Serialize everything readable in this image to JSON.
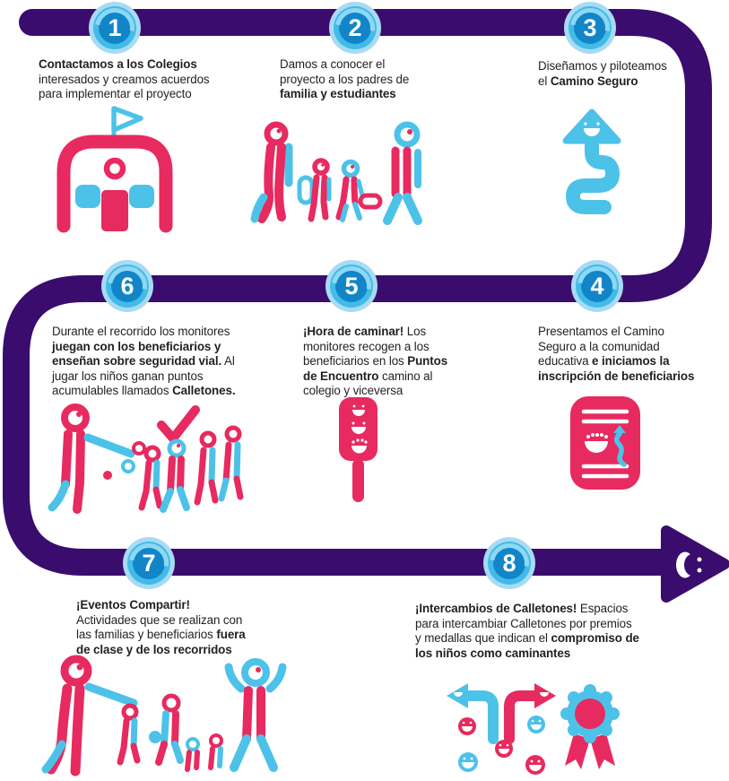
{
  "palette": {
    "purple": "#3A0C6E",
    "pink": "#E72A5F",
    "cyan": "#4DC2E9",
    "badge_light": "#A7DBF3",
    "badge_mid": "#42BBE8",
    "badge_dark": "#1285C8",
    "badge_swirl": "#8ED8F4",
    "text": "#231F20",
    "background": "#FFFFFF"
  },
  "route": {
    "end_marker": "smiley-arrow"
  },
  "steps": [
    {
      "number": "1",
      "icon": "school-flag-icon",
      "text": [
        {
          "t": "Contactamos a los Colegios",
          "b": true
        },
        {
          "t": "\ninteresados y creamos acuerdos\npara implementar el proyecto",
          "b": false
        }
      ]
    },
    {
      "number": "2",
      "icon": "family-parents-students-icon",
      "text": [
        {
          "t": "Damos a conocer el\nproyecto a los padres de\n",
          "b": false
        },
        {
          "t": "familia y estudiantes",
          "b": true
        }
      ]
    },
    {
      "number": "3",
      "icon": "winding-route-arrow-icon",
      "text": [
        {
          "t": "Diseñamos y piloteamos\nel ",
          "b": false
        },
        {
          "t": "Camino Seguro",
          "b": true
        }
      ]
    },
    {
      "number": "4",
      "icon": "enrollment-document-icon",
      "text": [
        {
          "t": "Presentamos el Camino\nSeguro a la comunidad\neducativa ",
          "b": false
        },
        {
          "t": "e iniciamos la\ninscripción de beneficiarios",
          "b": true
        }
      ]
    },
    {
      "number": "5",
      "icon": "crossing-paddle-icon",
      "text": [
        {
          "t": "¡Hora de caminar!",
          "b": true
        },
        {
          "t": " Los\nmonitores recogen a los\nbeneficiarios en los ",
          "b": false
        },
        {
          "t": "Puntos\nde Encuentro",
          "b": true
        },
        {
          "t": " camino al\ncolegio y viceversa",
          "b": false
        }
      ]
    },
    {
      "number": "6",
      "icon": "monitor-playing-with-children-icon",
      "text": [
        {
          "t": "Durante el recorrido los monitores\n",
          "b": false
        },
        {
          "t": "juegan con los beneficiarios y\nenseñan sobre seguridad vial.",
          "b": true
        },
        {
          "t": " Al\njugar los niños ganan puntos\nacumulables llamados ",
          "b": false
        },
        {
          "t": "Calletones.",
          "b": true
        }
      ]
    },
    {
      "number": "7",
      "icon": "families-event-icon",
      "text": [
        {
          "t": "¡Eventos Compartir!",
          "b": true
        },
        {
          "t": "\nActividades que se realizan con\nlas familias y beneficiarios ",
          "b": false
        },
        {
          "t": "fuera\nde clase y de los recorridos",
          "b": true
        }
      ]
    },
    {
      "number": "8",
      "icon": "calletones-exchange-medal-icon",
      "text": [
        {
          "t": "¡Intercambios de Calletones!",
          "b": true
        },
        {
          "t": " Espacios\npara intercambiar Calletones por premios\ny medallas que indican el ",
          "b": false
        },
        {
          "t": "compromiso de\nlos niños como caminantes",
          "b": true
        }
      ]
    }
  ]
}
